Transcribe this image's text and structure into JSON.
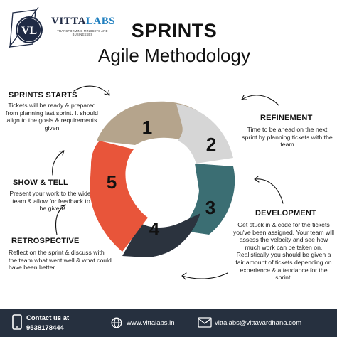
{
  "brand": {
    "name_main": "VITTA",
    "name_accent": "LABS",
    "tagline": "TRANSFORMING MINDSETS AND BUSINESSES",
    "logo_letters": "VL"
  },
  "title": "SPRINTS",
  "subtitle": "Agile Methodology",
  "stages": [
    {
      "number": "1",
      "heading": "SPRINTS STARTS",
      "text": "Tickets will be ready & prepared from planning last sprint. It should align to the goals & requirements given",
      "color": "#b5a48c"
    },
    {
      "number": "2",
      "heading": "REFINEMENT",
      "text": "Time to be ahead on the next sprint by planning tickets with the team",
      "color": "#d6d6d6"
    },
    {
      "number": "3",
      "heading": "DEVELOPMENT",
      "text": "Get stuck in & code for the tickets you've been assigned. Your team will assess the velocity and see how much work can be taken on. Realistically you should be given a fair amount of tickets depending on experience & attendance for the sprint.",
      "color": "#3b6e73"
    },
    {
      "number": "4",
      "heading": "RETROSPECTIVE",
      "text": "Reflect on the sprint & discuss with the team what went well & what could have been better",
      "color": "#2b333e"
    },
    {
      "number": "5",
      "heading": "SHOW & TELL",
      "text": "Present your work to the wider team & allow for feedback to be given",
      "color": "#e8553a"
    }
  ],
  "footer": {
    "contact_label": "Contact us at",
    "phone": "9538178444",
    "website": "www.vittalabs.in",
    "email": "vittalabs@vittavardhana.com"
  }
}
